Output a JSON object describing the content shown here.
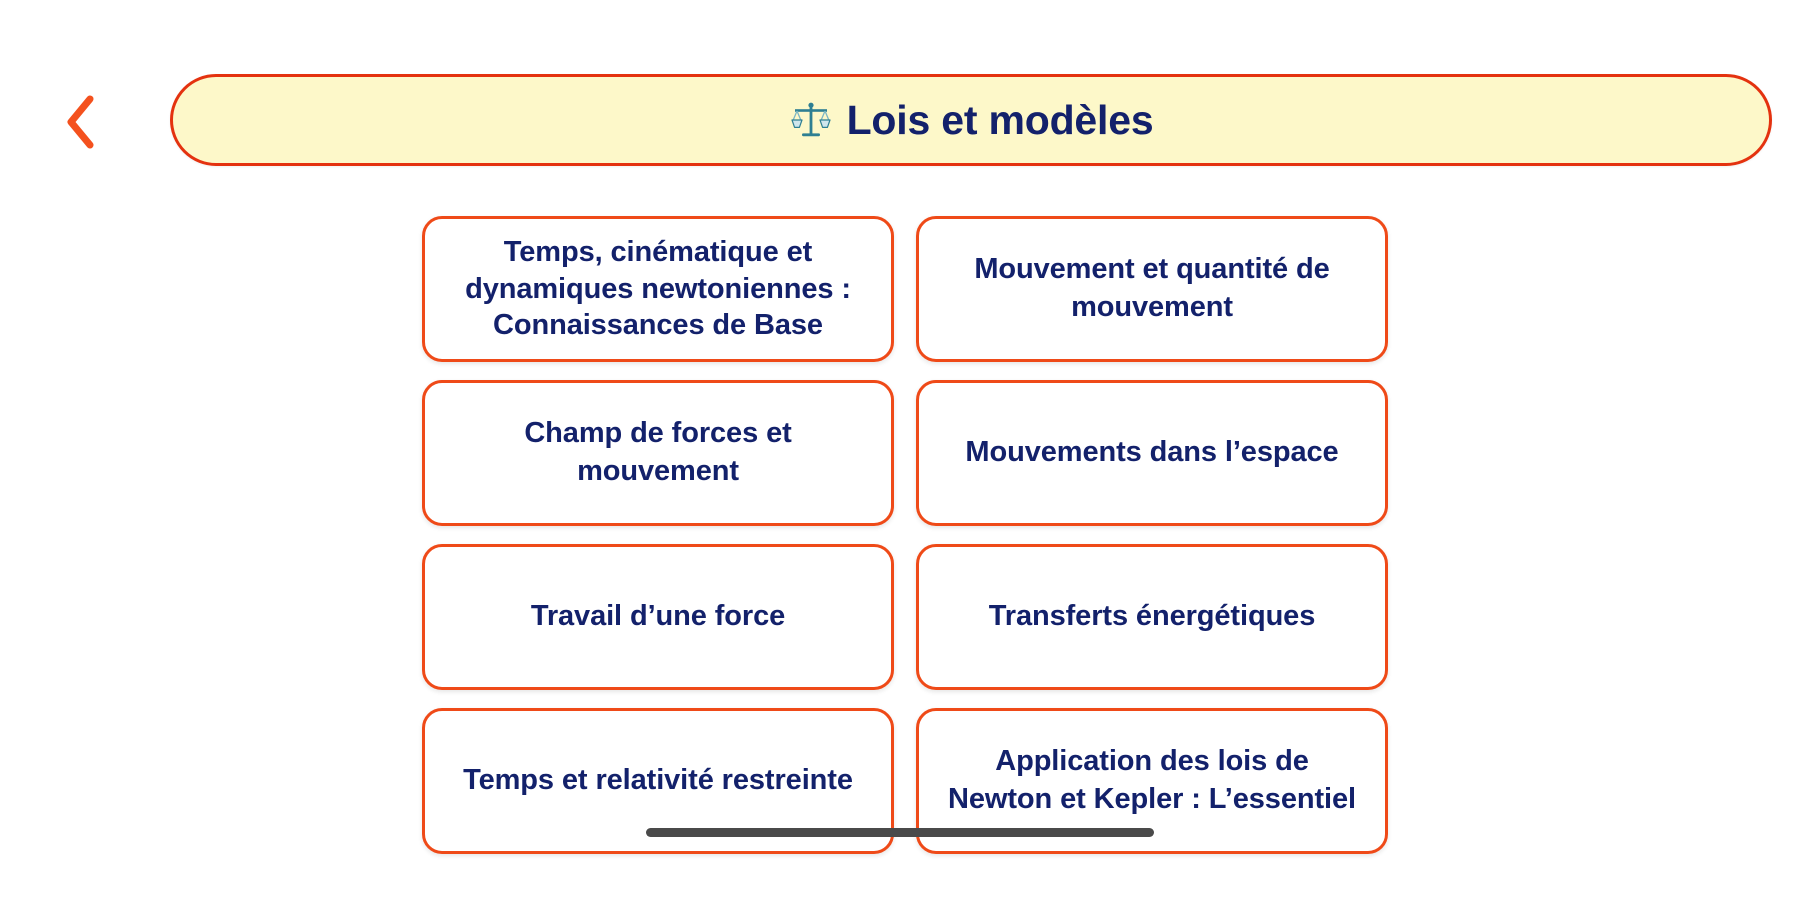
{
  "app": {
    "background_color": "#ffffff",
    "accent_border": "#ef4a18",
    "header_border": "#e4320f",
    "header_fill": "#fdf8c9",
    "text_color": "#13216b"
  },
  "header": {
    "back_icon": "chevron-left-icon",
    "back_icon_color": "#f4511e",
    "icon": "balance-scale-icon",
    "title": "Lois et modèles"
  },
  "cards": [
    {
      "label": "Temps, cinématique et dynamiques newtoniennes : Connaissances de Base"
    },
    {
      "label": "Mouvement et quantité de mouvement"
    },
    {
      "label": "Champ de forces et mouvement"
    },
    {
      "label": "Mouvements dans l’espace"
    },
    {
      "label": "Travail d’une force"
    },
    {
      "label": "Transferts énergétiques"
    },
    {
      "label": "Temps et relativité restreinte"
    },
    {
      "label": "Application des lois de Newton et Kepler : L’essentiel"
    }
  ],
  "system": {
    "home_indicator": "home-indicator-bar"
  }
}
